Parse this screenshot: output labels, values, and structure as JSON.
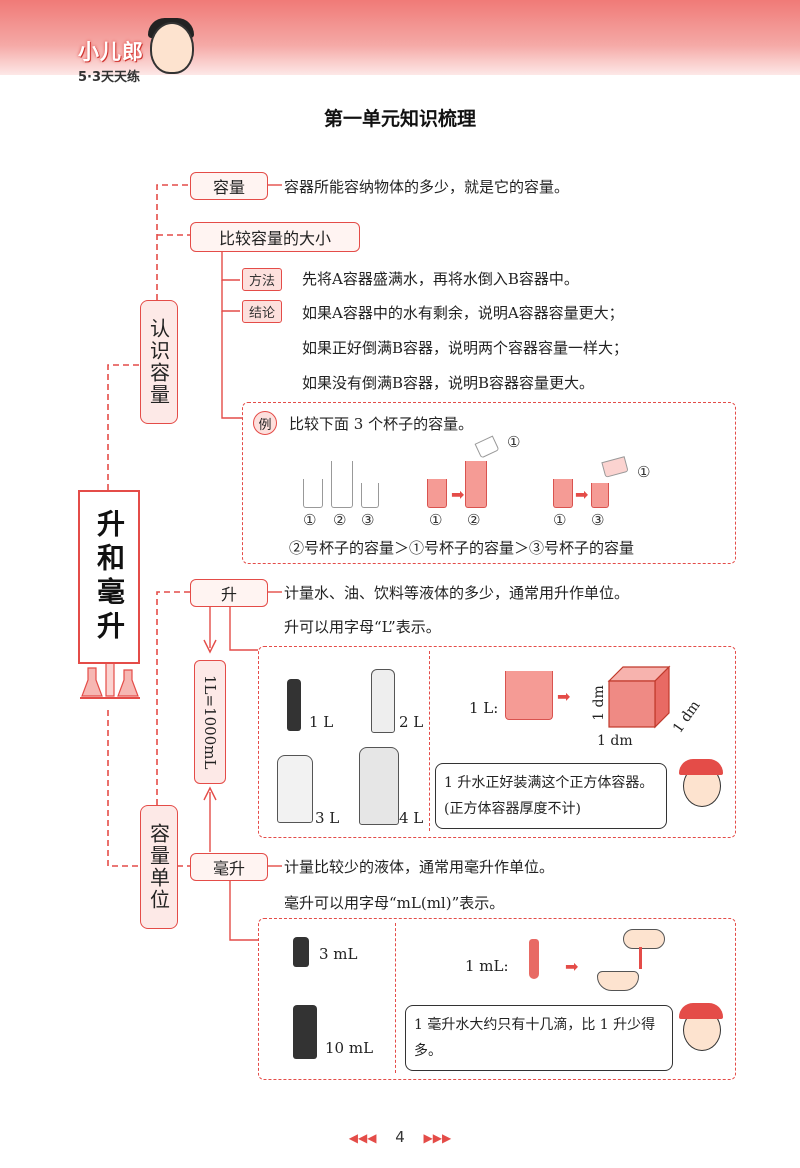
{
  "header": {
    "logo": "小儿郎",
    "series": "5·3天天练"
  },
  "title": "第一单元知识梳理",
  "main_topic": "升和毫升",
  "section1": {
    "label": "认识容量",
    "capacity": {
      "label": "容量",
      "definition": "容器所能容纳物体的多少，就是它的容量。"
    },
    "compare": {
      "label": "比较容量的大小",
      "method_tag": "方法",
      "method_text": "先将A容器盛满水，再将水倒入B容器中。",
      "conclusion_tag": "结论",
      "conclusions": [
        "如果A容器中的水有剩余，说明A容器容量更大；",
        "如果正好倒满B容器，说明两个容器容量一样大；",
        "如果没有倒满B容器，说明B容器容量更大。"
      ]
    },
    "example": {
      "tag": "例",
      "question": "比较下面 3 个杯子的容量。",
      "cups": [
        "①",
        "②",
        "③"
      ],
      "pair1": [
        "①",
        "②"
      ],
      "pair1_pour": "①",
      "pair2": [
        "①",
        "③"
      ],
      "pair2_pour": "①",
      "answer": "②号杯子的容量＞①号杯子的容量＞③号杯子的容量"
    }
  },
  "section2": {
    "label": "容量单位",
    "conversion": "1L=1000mL",
    "liter": {
      "label": "升",
      "text1": "计量水、油、饮料等液体的多少，通常用升作单位。",
      "text2": "升可以用字母“L”表示。",
      "bottles": [
        "1 L",
        "2 L",
        "3 L",
        "4 L"
      ],
      "cube_label": "1 L:",
      "dims": [
        "1 dm",
        "1 dm",
        "1 dm"
      ],
      "bubble": "1 升水正好装满这个正方体容器。(正方体容器厚度不计)"
    },
    "milliliter": {
      "label": "毫升",
      "text1": "计量比较少的液体，通常用毫升作单位。",
      "text2": "毫升可以用字母“mL(ml)”表示。",
      "bottles": [
        "3 mL",
        "10 mL"
      ],
      "drop_label": "1 mL:",
      "bubble": "1 毫升水大约只有十几滴，比 1 升少得多。"
    }
  },
  "footer": {
    "page": "4",
    "left_arrows": "◀◀◀",
    "right_arrows": "▶▶▶"
  },
  "colors": {
    "accent": "#e44c48",
    "band": "#f07a77"
  }
}
